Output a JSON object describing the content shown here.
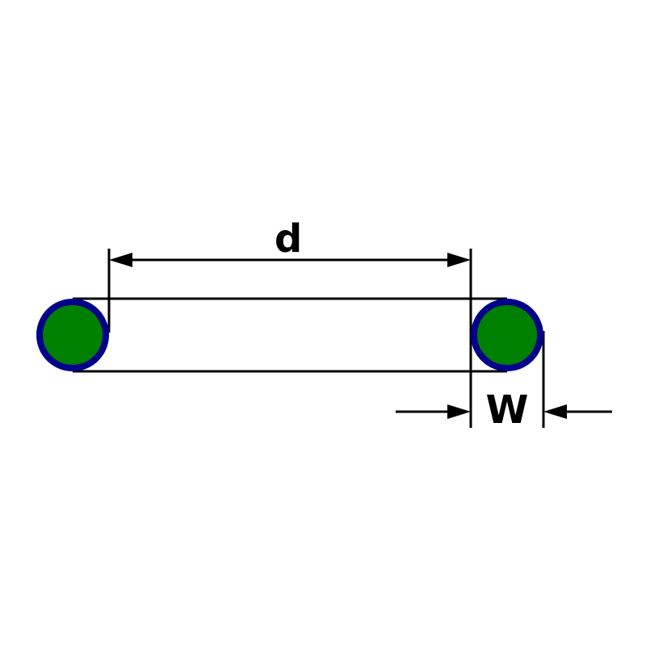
{
  "diagram": {
    "kind": "o-ring-cross-section-dimension-drawing",
    "labels": {
      "inner_diameter": "d",
      "cross_section_width": "W"
    }
  },
  "colors": {
    "oring_fill": "#008000",
    "oring_stroke": "#00008b",
    "line_color": "#000000",
    "background": "#ffffff"
  }
}
